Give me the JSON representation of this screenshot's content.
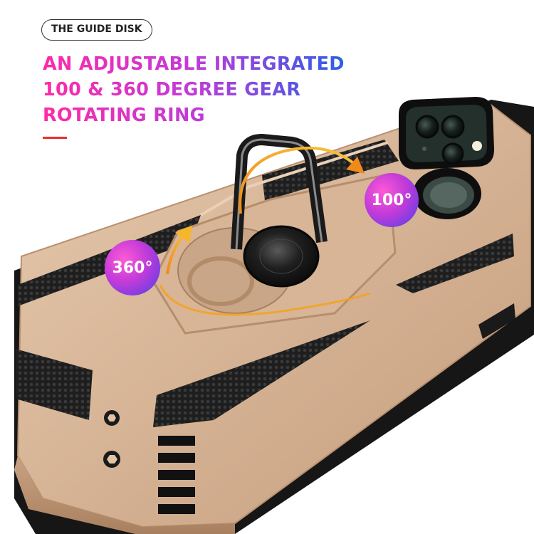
{
  "tag": {
    "label": "THE GUIDE DISK"
  },
  "headline": {
    "line1": "AN ADJUSTABLE INTEGRATED",
    "line2": "100 & 360 DEGREE GEAR",
    "line3": "ROTATING RING"
  },
  "badges": {
    "rotation_360": "360°",
    "rotation_100": "100°"
  },
  "colors": {
    "case_gold": "#d9b89a",
    "accent_red": "#e8302a",
    "gradient_pink": "#ff2aa8",
    "gradient_blue": "#2b5fe8",
    "arrow_orange": "#f5a21a"
  }
}
